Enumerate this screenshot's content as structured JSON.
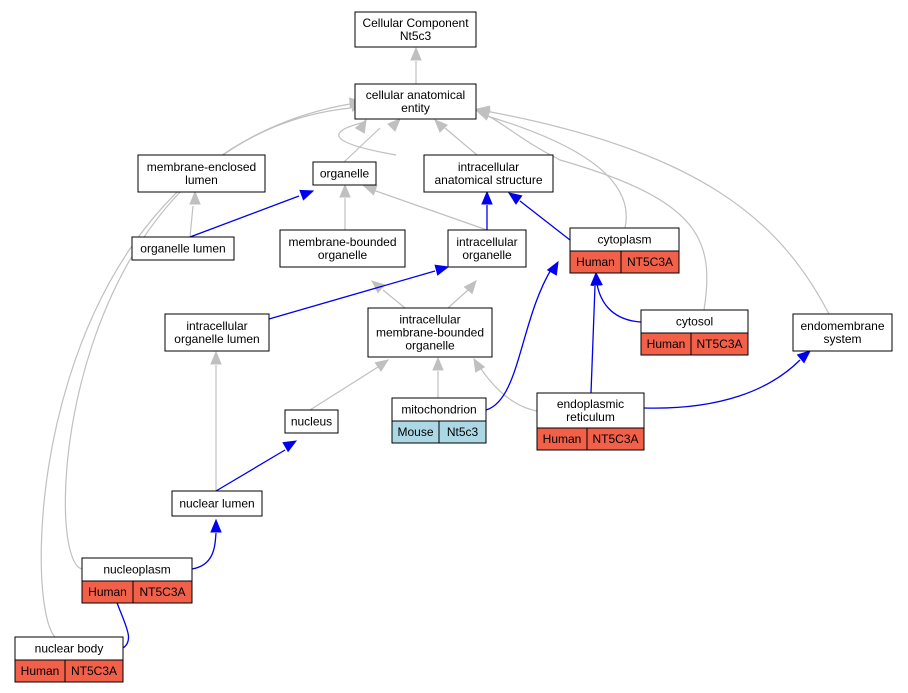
{
  "nodes": {
    "root": {
      "lines": [
        "Cellular Component",
        "Nt5c3"
      ]
    },
    "cae": {
      "lines": [
        "cellular anatomical",
        "entity"
      ]
    },
    "mel": {
      "lines": [
        "membrane-enclosed",
        "lumen"
      ]
    },
    "organelle": {
      "lines": [
        "organelle"
      ]
    },
    "ias": {
      "lines": [
        "intracellular",
        "anatomical structure"
      ]
    },
    "olumen": {
      "lines": [
        "organelle lumen"
      ]
    },
    "mbo": {
      "lines": [
        "membrane-bounded",
        "organelle"
      ]
    },
    "io": {
      "lines": [
        "intracellular",
        "organelle"
      ]
    },
    "cytoplasm": {
      "lines": [
        "cytoplasm"
      ]
    },
    "iol": {
      "lines": [
        "intracellular",
        "organelle lumen"
      ]
    },
    "imbo": {
      "lines": [
        "intracellular",
        "membrane-bounded",
        "organelle"
      ]
    },
    "cytosol": {
      "lines": [
        "cytosol"
      ]
    },
    "endo": {
      "lines": [
        "endomembrane",
        "system"
      ]
    },
    "nucleus": {
      "lines": [
        "nucleus"
      ]
    },
    "mito": {
      "lines": [
        "mitochondrion"
      ]
    },
    "er": {
      "lines": [
        "endoplasmic",
        "reticulum"
      ]
    },
    "nlumen": {
      "lines": [
        "nuclear lumen"
      ]
    },
    "nucleoplasm": {
      "lines": [
        "nucleoplasm"
      ]
    },
    "nbody": {
      "lines": [
        "nuclear body"
      ]
    }
  },
  "annotations": {
    "cytoplasm": {
      "species": "Human",
      "gene": "NT5C3A"
    },
    "cytosol": {
      "species": "Human",
      "gene": "NT5C3A"
    },
    "mito": {
      "species": "Mouse",
      "gene": "Nt5c3"
    },
    "er": {
      "species": "Human",
      "gene": "NT5C3A"
    },
    "nucleoplasm": {
      "species": "Human",
      "gene": "NT5C3A"
    },
    "nbody": {
      "species": "Human",
      "gene": "NT5C3A"
    }
  },
  "colors": {
    "human": "#f26049",
    "mouse": "#acd8e6",
    "blue_edge": "#0000ee",
    "gray_edge": "#c0c0c0"
  }
}
